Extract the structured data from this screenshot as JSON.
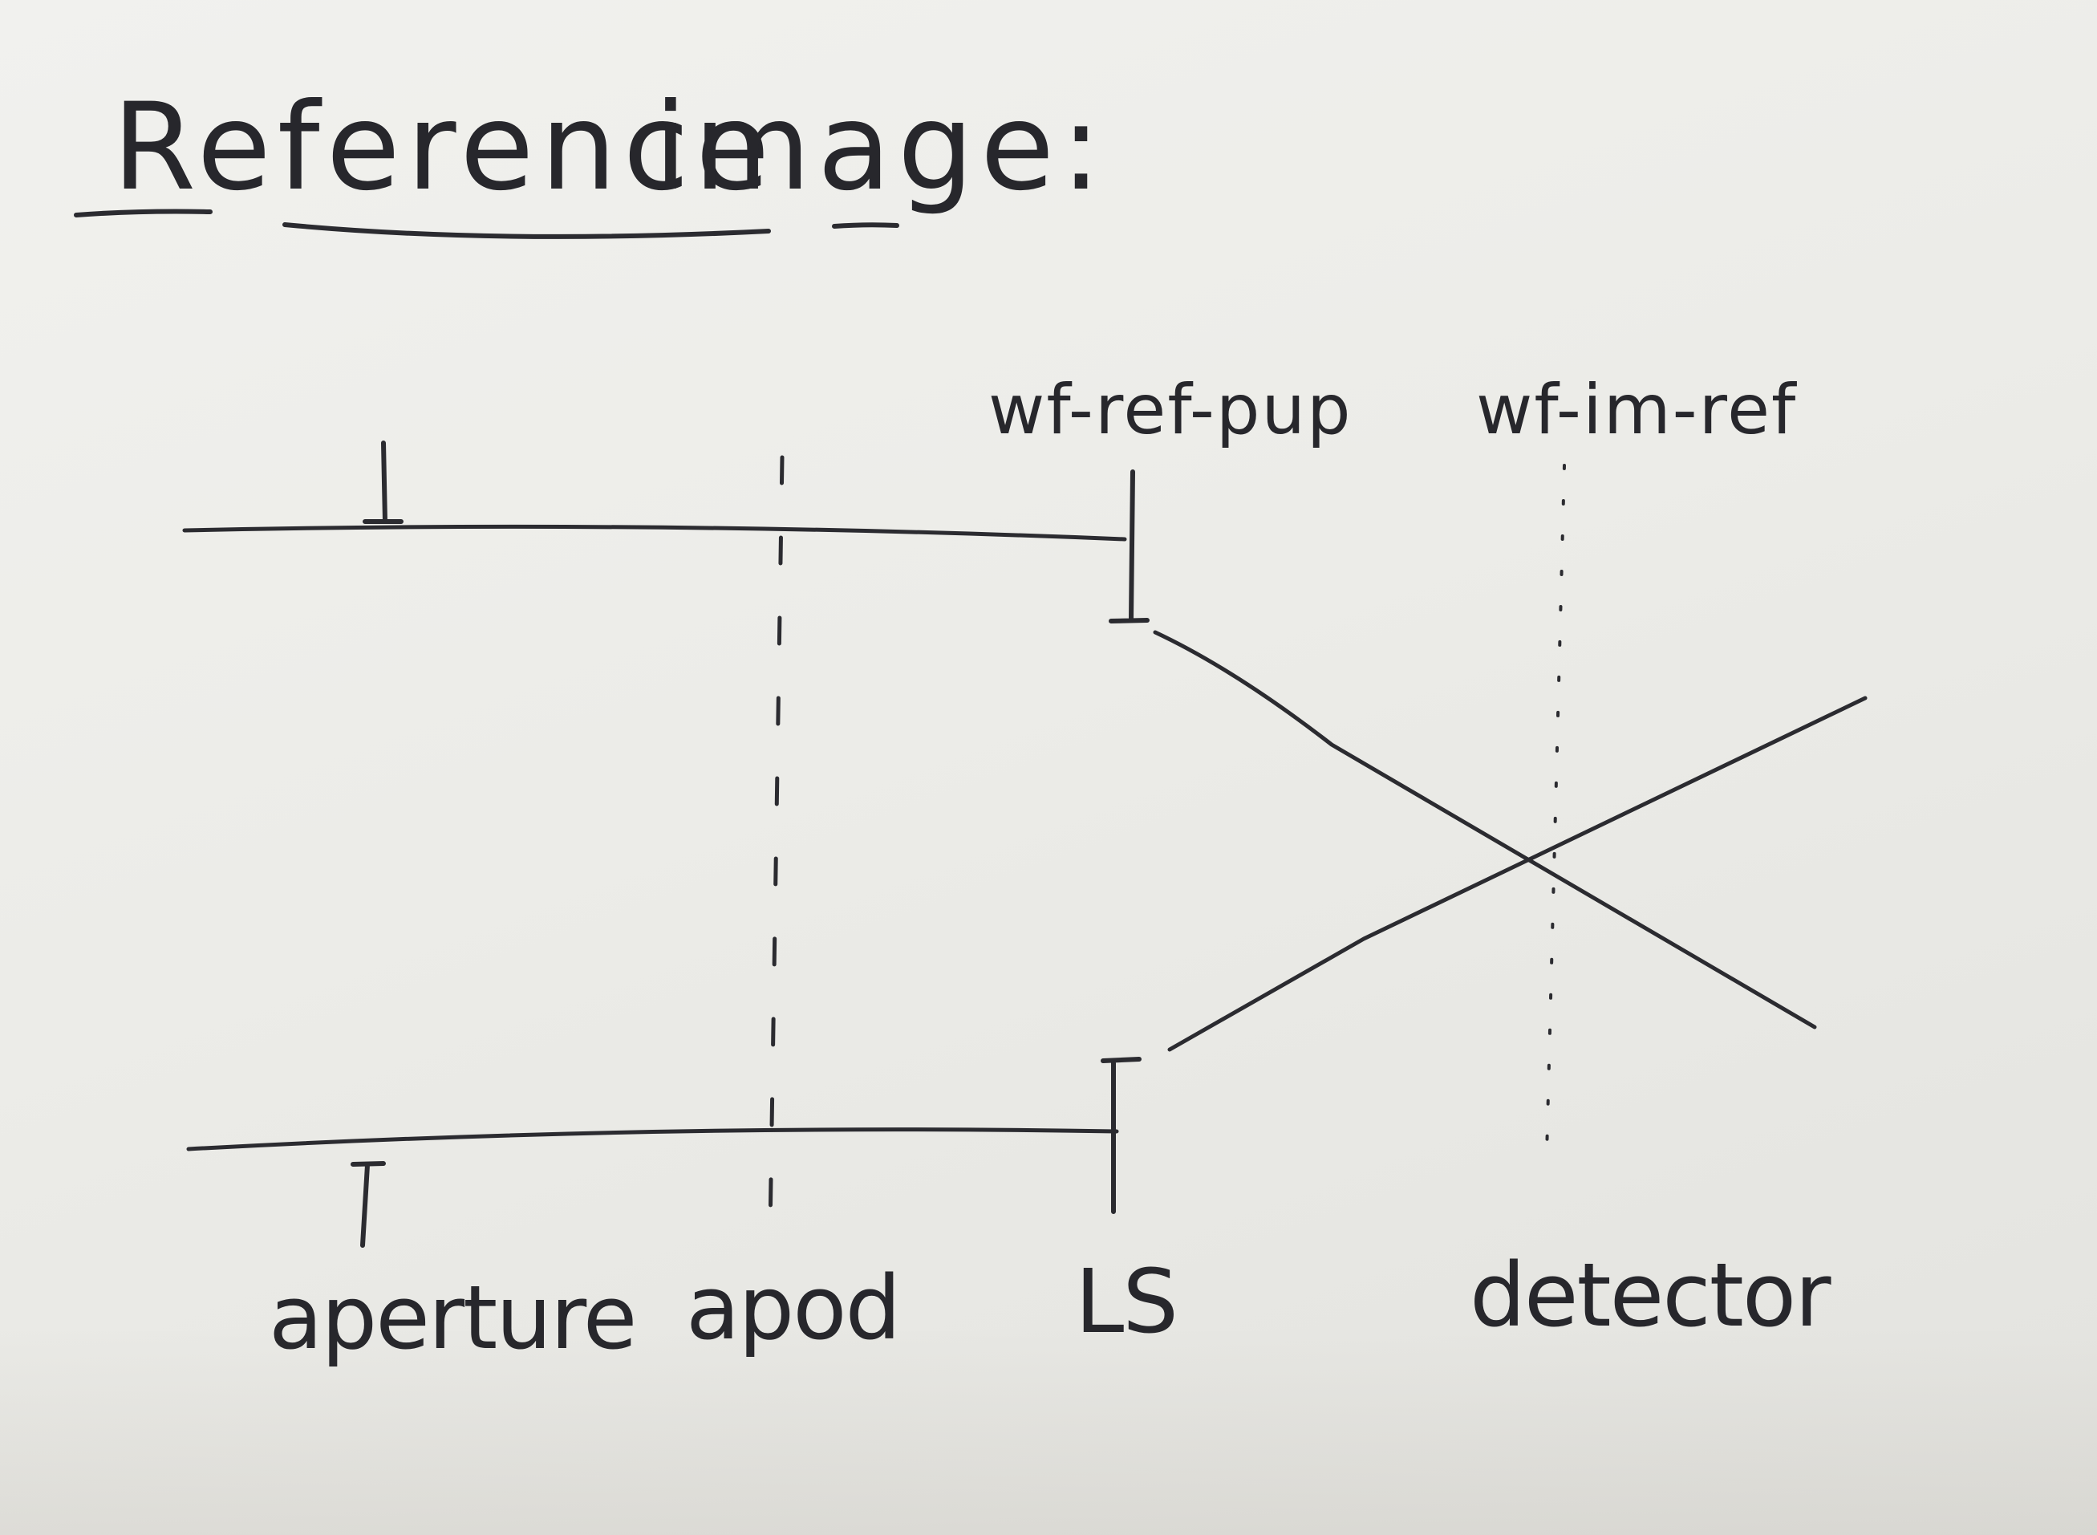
{
  "title": {
    "word1": "Reference",
    "word2": "image:"
  },
  "top_labels": {
    "pupil": "wf-ref-pup",
    "image": "wf-im-ref"
  },
  "planes": {
    "aperture": "aperture",
    "apod": "apod",
    "lyot_stop": "LS",
    "detector": "detector"
  },
  "ink_color": "#2b2b30",
  "paper_color": "#ecece8"
}
